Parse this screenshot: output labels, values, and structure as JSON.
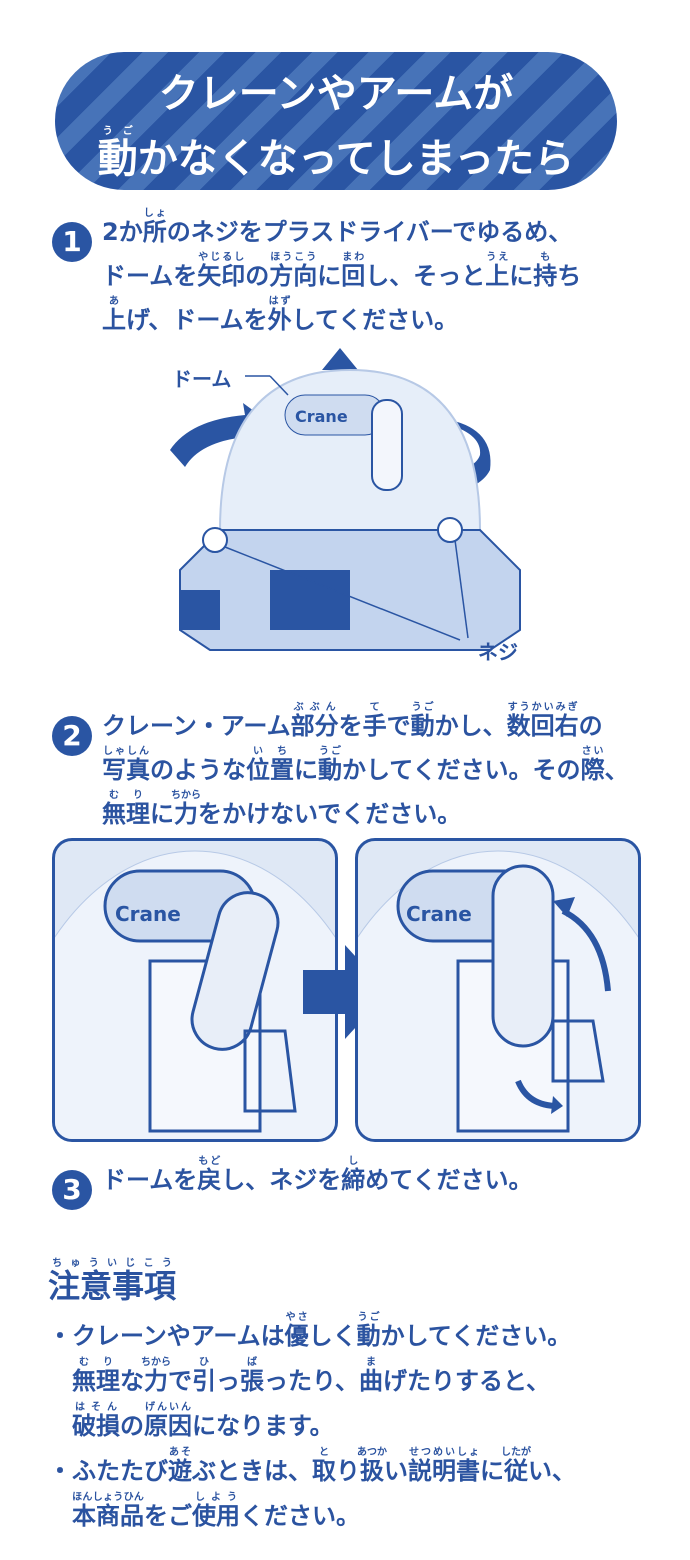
{
  "banner": {
    "line1": [
      [
        "クレーンやアームが"
      ]
    ],
    "line2": [
      [
        "動",
        "うご"
      ],
      [
        "かなくなってしまったら"
      ]
    ]
  },
  "steps": [
    {
      "number": "1",
      "lines": [
        [
          [
            "2か"
          ],
          [
            "所",
            "しょ"
          ],
          [
            "のネジをプラスドライバーでゆるめ、"
          ]
        ],
        [
          [
            "ドームを"
          ],
          [
            "矢印",
            "やじるし"
          ],
          [
            "の"
          ],
          [
            "方向",
            "ほうこう"
          ],
          [
            "に"
          ],
          [
            "回",
            "まわ"
          ],
          [
            "し、そっと"
          ],
          [
            "上",
            "うえ"
          ],
          [
            "に"
          ],
          [
            "持",
            "も"
          ],
          [
            "ち"
          ]
        ],
        [
          [
            "上",
            "あ"
          ],
          [
            "げ、ドームを"
          ],
          [
            "外",
            "はず"
          ],
          [
            "してください。"
          ]
        ]
      ]
    },
    {
      "number": "2",
      "lines": [
        [
          [
            "クレーン・アーム"
          ],
          [
            "部分",
            "ぶぶん"
          ],
          [
            "を"
          ],
          [
            "手",
            "て"
          ],
          [
            "で"
          ],
          [
            "動",
            "うご"
          ],
          [
            "かし、"
          ],
          [
            "数回右",
            "すうかいみぎ"
          ],
          [
            "の"
          ]
        ],
        [
          [
            "写真",
            "しゃしん"
          ],
          [
            "のような"
          ],
          [
            "位置",
            "いち"
          ],
          [
            "に"
          ],
          [
            "動",
            "うご"
          ],
          [
            "かしてください。その"
          ],
          [
            "際",
            "さい"
          ],
          [
            "、"
          ]
        ],
        [
          [
            "無理",
            "むり"
          ],
          [
            "に"
          ],
          [
            "力",
            "ちから"
          ],
          [
            "をかけないでください。"
          ]
        ]
      ]
    },
    {
      "number": "3",
      "lines": [
        [
          [
            "ドームを"
          ],
          [
            "戻",
            "もど"
          ],
          [
            "し、ネジを"
          ],
          [
            "締",
            "し"
          ],
          [
            "めてください。"
          ]
        ]
      ]
    }
  ],
  "illustration": {
    "dome_label": "ドーム",
    "screw_label": "ネジ",
    "logo_text": "Crane"
  },
  "notes": {
    "title": [
      [
        "注意事項",
        "ちゅういじこう"
      ]
    ],
    "lines": [
      [
        [
          "・クレーンやアームは"
        ],
        [
          "優",
          "やさ"
        ],
        [
          "しく"
        ],
        [
          "動",
          "うご"
        ],
        [
          "かしてください。"
        ]
      ],
      [
        [
          "　"
        ],
        [
          "無理",
          "むり"
        ],
        [
          "な"
        ],
        [
          "力",
          "ちから"
        ],
        [
          "で"
        ],
        [
          "引",
          "ひ"
        ],
        [
          "っ"
        ],
        [
          "張",
          "ば"
        ],
        [
          "ったり、"
        ],
        [
          "曲",
          "ま"
        ],
        [
          "げたりすると、"
        ]
      ],
      [
        [
          "　"
        ],
        [
          "破損",
          "はそん"
        ],
        [
          "の"
        ],
        [
          "原因",
          "げんいん"
        ],
        [
          "になります。"
        ]
      ],
      [
        [
          "・ふたたび"
        ],
        [
          "遊",
          "あそ"
        ],
        [
          "ぶときは、"
        ],
        [
          "取",
          "と"
        ],
        [
          "り"
        ],
        [
          "扱",
          "あつか"
        ],
        [
          "い"
        ],
        [
          "説明書",
          "せつめいしょ"
        ],
        [
          "に"
        ],
        [
          "従",
          "したが"
        ],
        [
          "い、"
        ]
      ],
      [
        [
          "　"
        ],
        [
          "本商品",
          "ほんしょうひん"
        ],
        [
          "をご"
        ],
        [
          "使用",
          "しよう"
        ],
        [
          "ください。"
        ]
      ]
    ]
  },
  "colors": {
    "primary": "#2a55a3",
    "text": "#2b53a0",
    "stripe": "#4773b8"
  }
}
